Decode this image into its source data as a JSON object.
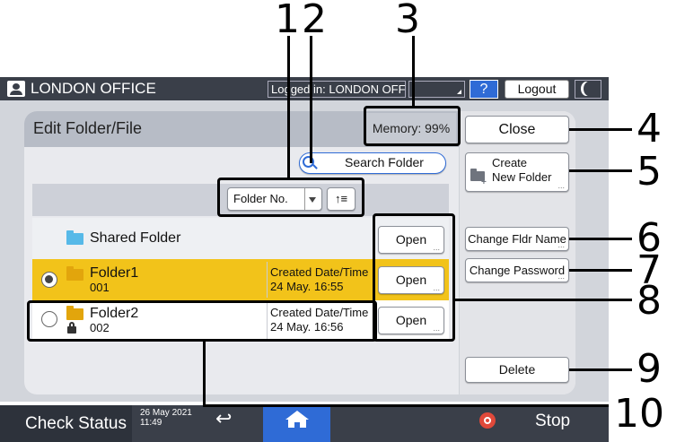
{
  "callouts": [
    "1",
    "2",
    "3",
    "4",
    "5",
    "6",
    "7",
    "8",
    "9",
    "10"
  ],
  "topbar": {
    "office": "LONDON OFFICE",
    "login_status": "Logged in: LONDON OFFICE]",
    "help_label": "?",
    "logout_label": "Logout"
  },
  "panel": {
    "title": "Edit Folder/File",
    "memory": "Memory:  99%"
  },
  "buttons": {
    "close": "Close",
    "create_line1": "Create",
    "create_line2": "New Folder",
    "change_name": "Change Fldr Name",
    "change_password": "Change Password",
    "delete": "Delete",
    "search": "Search Folder"
  },
  "sort": {
    "selected": "Folder No.",
    "order_label": "↑≡"
  },
  "rows": [
    {
      "name": "Shared Folder",
      "number": "",
      "meta_label": "",
      "meta_date": "",
      "open": "Open",
      "selected": false,
      "locked": false
    },
    {
      "name": "Folder1",
      "number": "001",
      "meta_label": "Created Date/Time",
      "meta_date": "24 May.  16:55",
      "open": "Open",
      "selected": true,
      "locked": false
    },
    {
      "name": "Folder2",
      "number": "002",
      "meta_label": "Created Date/Time",
      "meta_date": "24 May.  16:56",
      "open": "Open",
      "selected": false,
      "locked": true
    }
  ],
  "bottombar": {
    "check_status": "Check Status",
    "date": "26 May 2021",
    "time": "11:49",
    "stop": "Stop"
  },
  "colors": {
    "topbar": "#3a3f49",
    "accent_blue": "#2f6bd6",
    "selected_row": "#f2c31a",
    "folder_blue": "#56b9e8",
    "folder_yellow": "#e2a50c",
    "stop_red": "#e0493a"
  }
}
